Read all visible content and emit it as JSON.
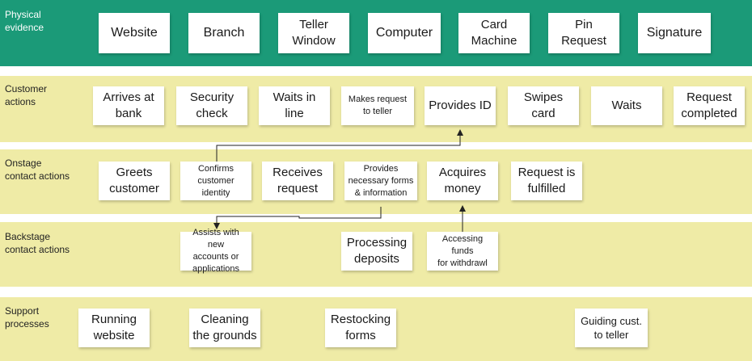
{
  "lanes": {
    "physical": "Physical\nevidence",
    "customer": "Customer\nactions",
    "onstage": "Onstage\ncontact actions",
    "backstage": "Backstage\ncontact actions",
    "support": "Support\nprocesses"
  },
  "physical_evidence": [
    "Website",
    "Branch",
    "Teller\nWindow",
    "Computer",
    "Card\nMachine",
    "Pin\nRequest",
    "Signature"
  ],
  "customer_actions": [
    "Arrives at\nbank",
    "Security\ncheck",
    "Waits in\nline",
    "Makes request\nto teller",
    "Provides ID",
    "Swipes\ncard",
    "Waits",
    "Request\ncompleted"
  ],
  "onstage_actions": [
    "Greets\ncustomer",
    "Confirms\ncustomer\nidentity",
    "Receives\nrequest",
    "Provides\nnecessary forms\n& information",
    "Acquires\nmoney",
    "Request is\nfulfilled"
  ],
  "backstage_actions": [
    "Assists with new\naccounts or\napplications",
    "Processing\ndeposits",
    "Accessing funds\nfor withdrawl"
  ],
  "support_processes": [
    "Running\nwebsite",
    "Cleaning\nthe grounds",
    "Restocking\nforms",
    "Guiding cust.\nto teller"
  ],
  "colors": {
    "physical_lane": "#1b9a78",
    "other_lanes": "#efeba6",
    "note": "#ffffff"
  }
}
